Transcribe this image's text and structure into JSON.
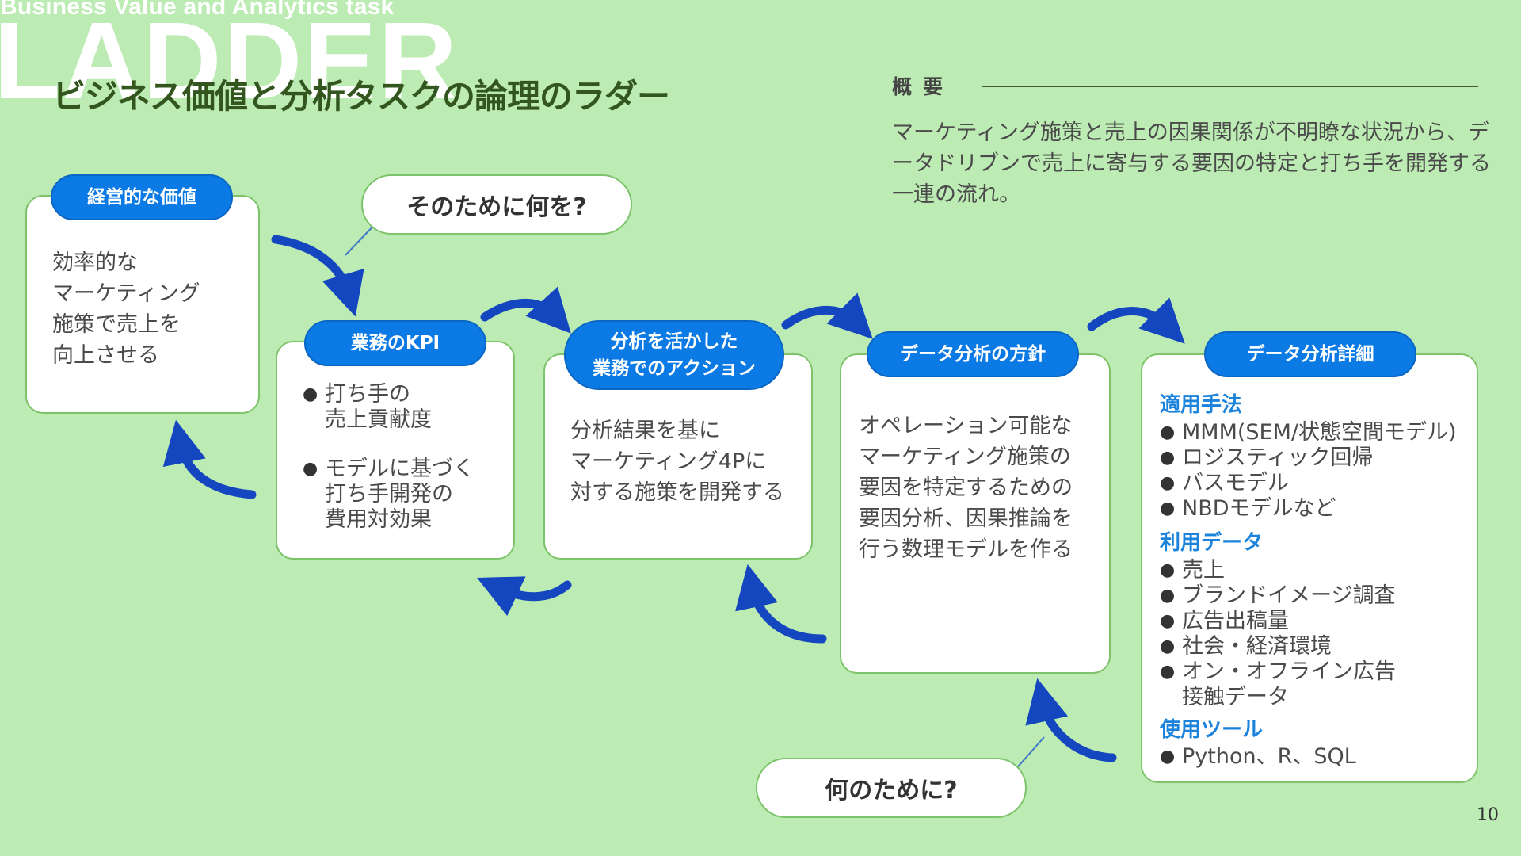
{
  "header": {
    "english_subtitle": "Business Value and Analytics task",
    "english_title": "LADDER",
    "title": "ビジネス価値と分析タスクの論理のラダー"
  },
  "overview": {
    "label": "概要",
    "text": "マーケティング施策と売上の因果関係が不明瞭な状況から、データドリブンで売上に寄与する要因の特定と打ち手を開発する一連の流れ。"
  },
  "questions": {
    "top": "そのために何を?",
    "bottom": "何のために?"
  },
  "steps": {
    "value": {
      "label": "経営的な価値",
      "body": "効率的な\nマーケティング\n施策で売上を\n向上させる"
    },
    "kpi": {
      "label": "業務のKPI",
      "bullets": [
        "打ち手の\n売上貢献度",
        "モデルに基づく\n打ち手開発の\n費用対効果"
      ]
    },
    "action": {
      "label": "分析を活かした\n業務でのアクション",
      "body": "分析結果を基に\nマーケティング4Pに\n対する施策を開発する"
    },
    "policy": {
      "label": "データ分析の方針",
      "body": "オペレーション可能な\nマーケティング施策の\n要因を特定するための\n要因分析、因果推論を\n行う数理モデルを作る"
    },
    "detail": {
      "label": "データ分析詳細",
      "methods_heading": "適用手法",
      "methods": [
        "MMM(SEM/状態空間モデル)",
        "ロジスティック回帰",
        "バスモデル",
        "NBDモデルなど"
      ],
      "data_heading": "利用データ",
      "data": [
        "売上",
        "ブランドイメージ調査",
        "広告出稿量",
        "社会・経済環境",
        "オン・オフライン広告\n接触データ"
      ],
      "tools_heading": "使用ツール",
      "tools": [
        "Python、R、SQL"
      ]
    }
  },
  "page_number": "10",
  "colors": {
    "background": "#bdebb4",
    "accent_blue": "#0b7ae4",
    "arrow_blue": "#1446c0",
    "heading_blue": "#1b83dc",
    "title_green": "#33561f",
    "border_green": "#7cc36a"
  }
}
